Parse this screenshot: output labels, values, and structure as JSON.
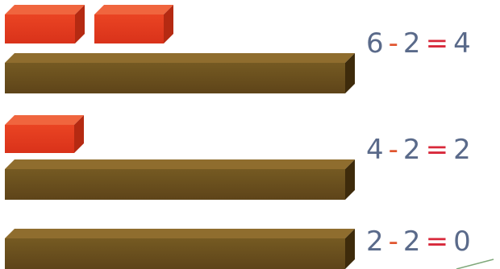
{
  "colors": {
    "bar_front": "#6b4f1d",
    "bar_top": "#8d6b2c",
    "bar_side": "#3f2c0c",
    "block_front": "#e8391b",
    "block_top": "#f2623a",
    "block_side": "#b82a10",
    "number": "#5a6a8a",
    "minus": "#e0552f",
    "equals": "#d8283a"
  },
  "rows": [
    {
      "a": "6",
      "minus": "-",
      "b": "2",
      "equals": "=",
      "result": "4",
      "blocks": 2
    },
    {
      "a": "4",
      "minus": "-",
      "b": "2",
      "equals": "=",
      "result": "2",
      "blocks": 1
    },
    {
      "a": "2",
      "minus": "-",
      "b": "2",
      "equals": "=",
      "result": "0",
      "blocks": 0
    }
  ]
}
